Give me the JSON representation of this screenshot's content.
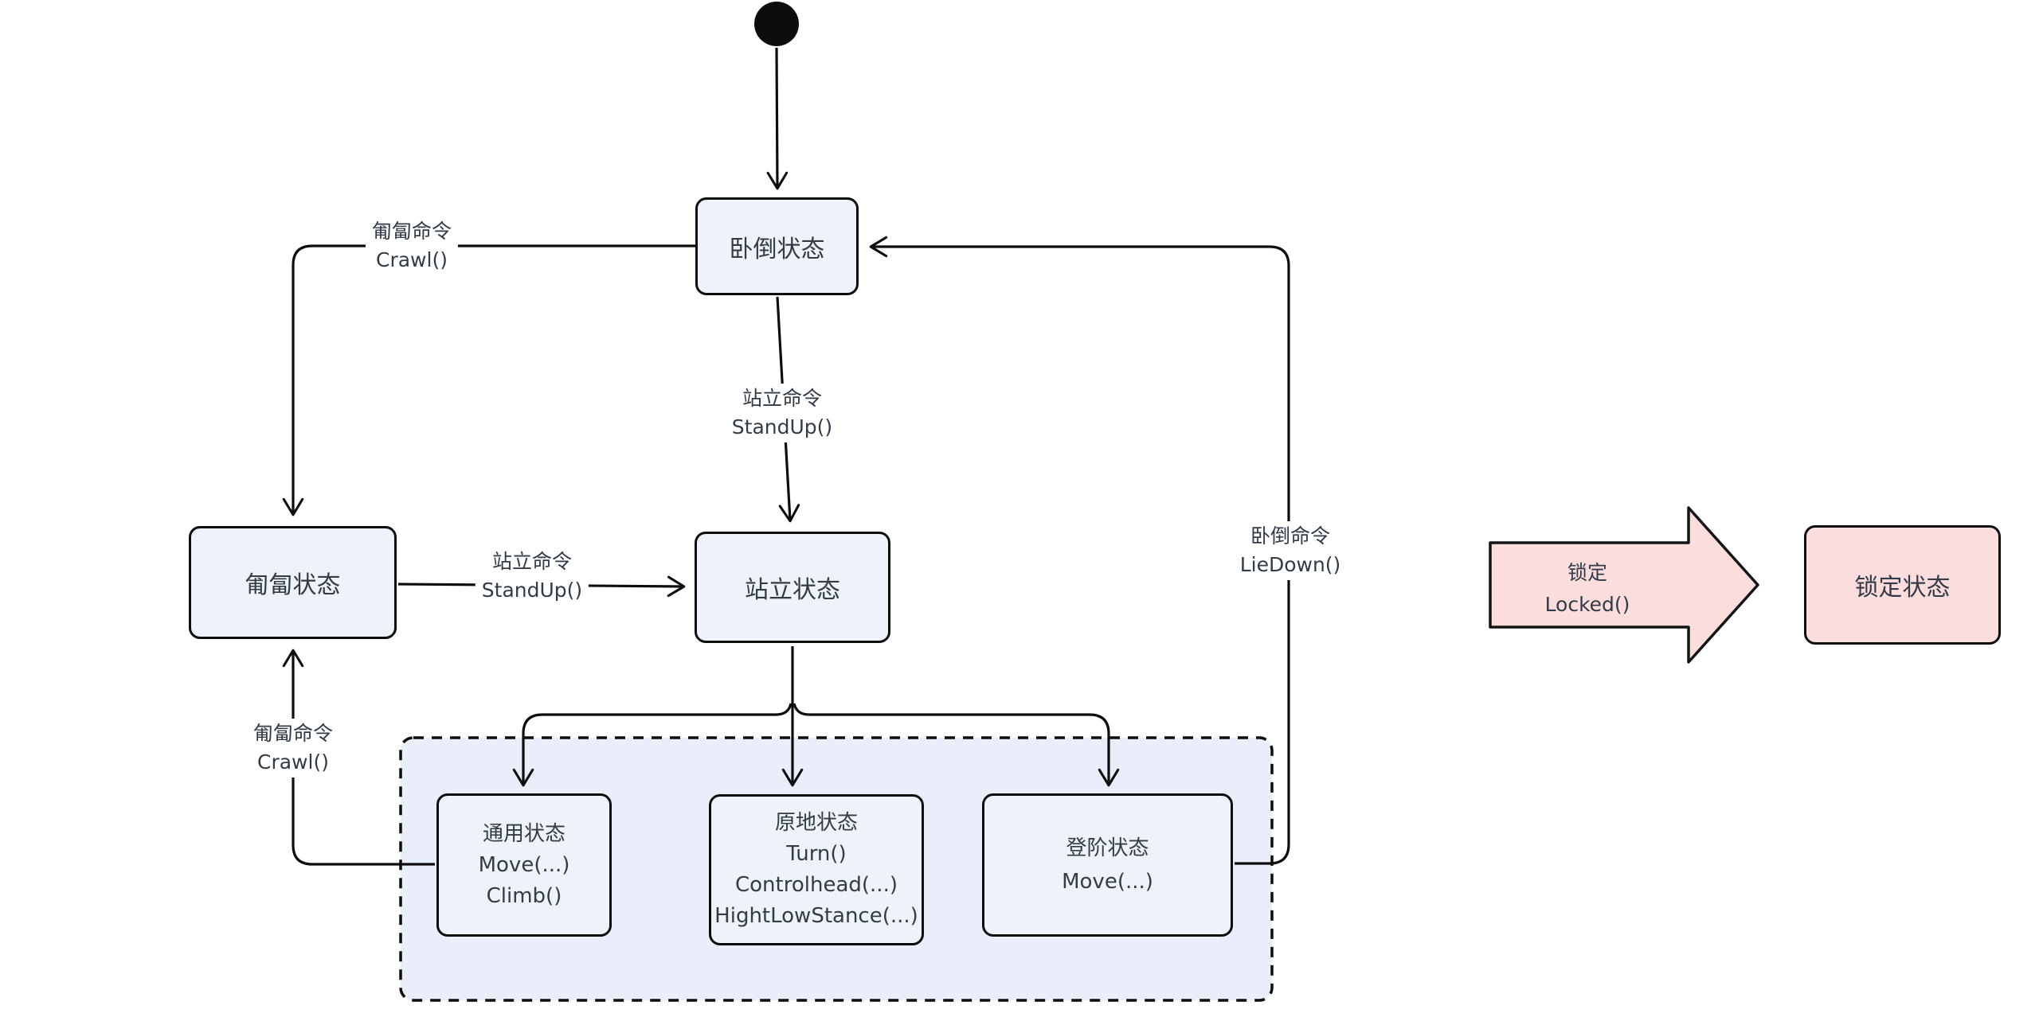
{
  "diagram": {
    "initial_state": {
      "shape": "filled-circle"
    },
    "states": {
      "lie_down": {
        "label": "卧倒状态"
      },
      "crawl": {
        "label": "匍匐状态"
      },
      "stand": {
        "label": "站立状态"
      },
      "general": {
        "lines": [
          "通用状态",
          "Move(...)",
          "Climb()"
        ]
      },
      "in_place": {
        "lines": [
          "原地状态",
          "Turn()",
          "Controlhead(...)",
          "HightLowStance(...)"
        ]
      },
      "stairs": {
        "lines": [
          "登阶状态",
          "Move(...)"
        ]
      },
      "locked": {
        "label": "锁定状态"
      }
    },
    "edges": {
      "crawl_top": {
        "lines": [
          "匍匐命令",
          "Crawl()"
        ]
      },
      "standup_main": {
        "lines": [
          "站立命令",
          "StandUp()"
        ]
      },
      "standup_side": {
        "lines": [
          "站立命令",
          "StandUp()"
        ]
      },
      "crawl_back": {
        "lines": [
          "匍匐命令",
          "Crawl()"
        ]
      },
      "lie_down_back": {
        "lines": [
          "卧倒命令",
          "LieDown()"
        ]
      },
      "locked": {
        "lines": [
          "锁定",
          "Locked()"
        ]
      }
    },
    "colors": {
      "state_fill": "#eef2fb",
      "container_fill": "#eaeefa",
      "locked_fill": "#fbdddd",
      "line": "#0d0d0d",
      "text": "#333b47",
      "background": "#ffffff"
    }
  }
}
